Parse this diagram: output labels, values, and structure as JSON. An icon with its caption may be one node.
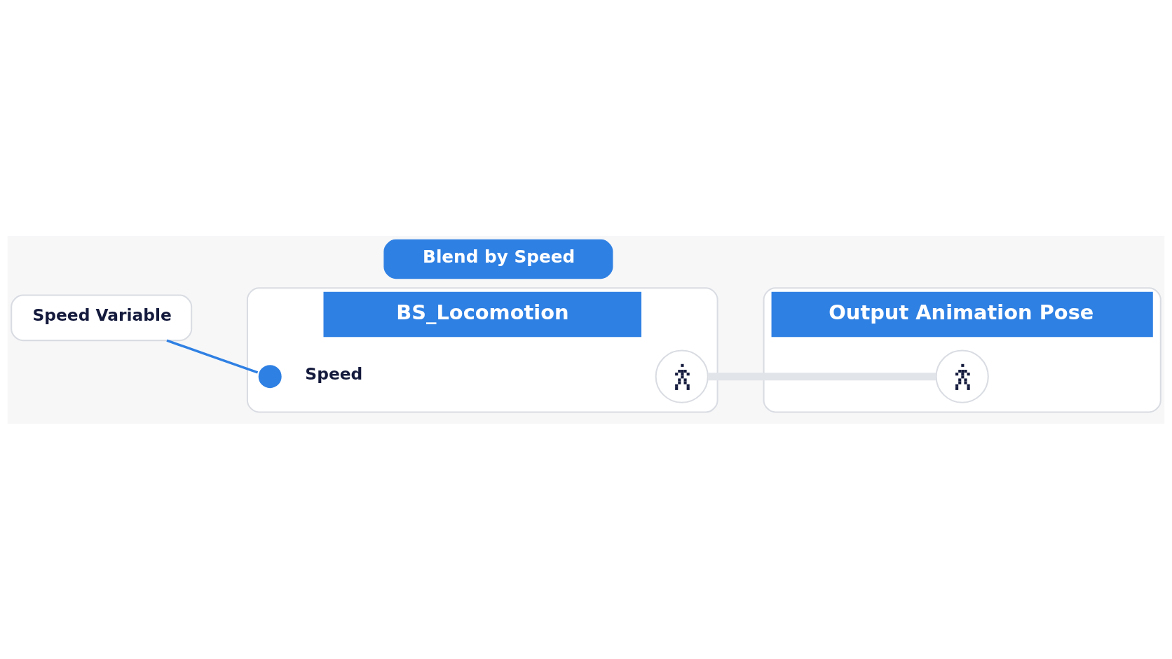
{
  "diagram": {
    "nodes": [
      {
        "text": [
          "Blend by Speed"
        ]
      },
      {
        "text": [
          "Speed Variable"
        ]
      },
      {
        "text": [
          "BS_Locomotion"
        ]
      },
      {
        "text": [],
        "shape": "circle",
        "in": 2,
        "beside": [
          "Speed"
        ]
      },
      {
        "text": [],
        "shape": "person",
        "in": 2
      },
      {
        "text": [
          "Output Animation Pose"
        ]
      },
      {
        "text": [],
        "shape": "person",
        "in": 5
      }
    ],
    "edges": [
      {
        "from": 1,
        "to": 3,
        "arrow": "none",
        "color": "#2f80e3"
      },
      {
        "from": 4,
        "to": 6,
        "arrow": "none",
        "style": "thick",
        "color": "#e1e4e9"
      }
    ]
  }
}
